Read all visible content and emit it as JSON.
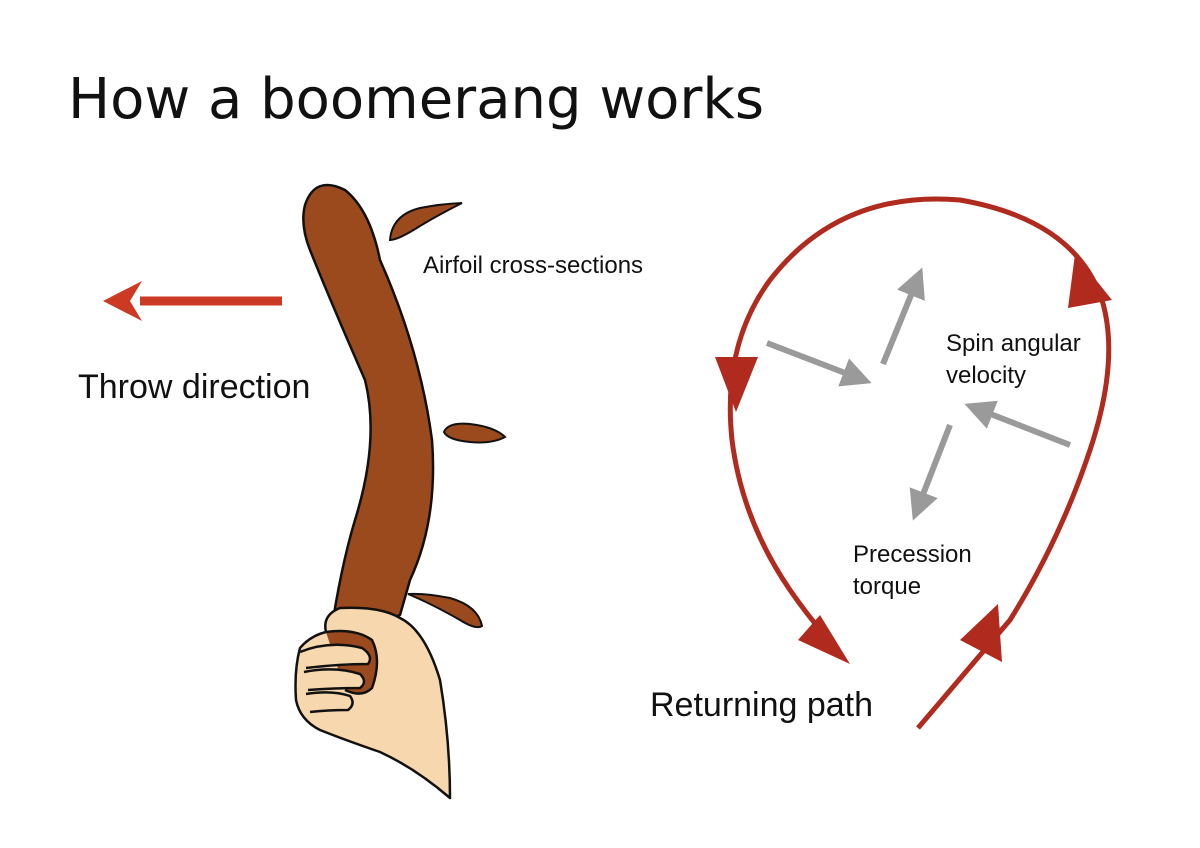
{
  "title": "How a boomerang works",
  "labels": {
    "throw_direction": "Throw direction",
    "airfoil_cross_sections": "Airfoil cross-sections",
    "spin_angular_velocity_line1": "Spin angular",
    "spin_angular_velocity_line2": "velocity",
    "precession_torque_line1": "Precession",
    "precession_torque_line2": "torque",
    "returning_path": "Returning path"
  },
  "colors": {
    "boomerang": "#9b4a1e",
    "outline": "#111111",
    "hand": "#f7d7ae",
    "path": "#b02a1e",
    "throw_arrow": "#cc3a24",
    "vector_arrow": "#9a9a9a",
    "background": "#ffffff"
  },
  "icons": {
    "boomerang": "boomerang-shape",
    "hand": "hand-holding-icon"
  }
}
